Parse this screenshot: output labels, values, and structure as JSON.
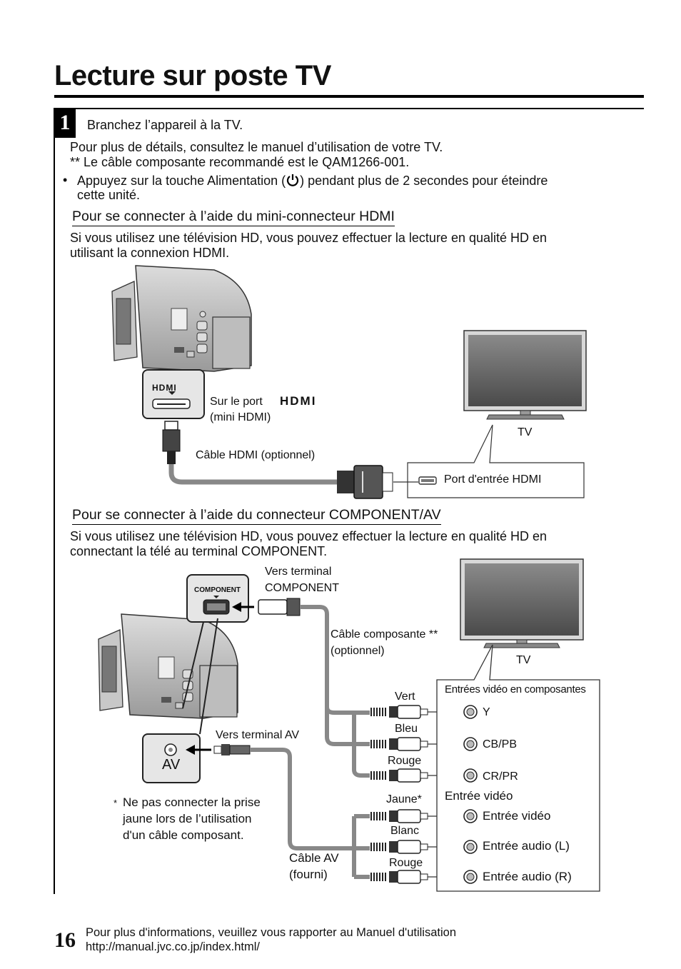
{
  "title": "Lecture sur poste TV",
  "step": {
    "number": "1",
    "instruction": "Branchez l’appareil à la TV.",
    "details": "Pour plus de détails, consultez le manuel d’utilisation de votre TV.",
    "cable_note": "** Le câble composante recommandé est le QAM1266-001.",
    "bullet_before": "Appuyez sur la touche Alimentation (",
    "bullet_after": ") pendant plus de 2 secondes pour éteindre",
    "bullet_line2": "cette unité."
  },
  "hdmi_section": {
    "heading": "Pour se connecter à l’aide du mini-connecteur HDMI",
    "desc_line1": "Si vous utilisez une télévision HD, vous pouvez effectuer la lecture en qualité HD en",
    "desc_line2": "utilisant la connexion HDMI.",
    "port_badge": "HDMI",
    "port_label": "Sur le port",
    "port_logo": "HDMI",
    "port_sub": "(mini HDMI)",
    "tv_label": "TV",
    "cable_label": "Câble HDMI (optionnel)",
    "input_label": "Port d'entrée HDMI"
  },
  "component_section": {
    "heading": "Pour se connecter à l’aide du connecteur COMPONENT/AV",
    "desc_line1": "Si vous utilisez une télévision HD, vous pouvez effectuer la lecture en qualité HD en",
    "desc_line2": "connectant la télé au terminal COMPONENT.",
    "component_badge": "COMPONENT",
    "to_component_1": "Vers terminal",
    "to_component_2": "COMPONENT",
    "cable_1": "Câble composante **",
    "cable_2": "(optionnel)",
    "tv_label": "TV",
    "inputs_title": "Entrées vidéo en composantes",
    "plug_vert": "Vert",
    "plug_bleu": "Bleu",
    "plug_rouge": "Rouge",
    "input_y": "Y",
    "input_cb": "CB/PB",
    "input_cr": "CR/PR",
    "video_title": "Entrée vidéo",
    "input_video": "Entrée vidéo",
    "input_audio_l": "Entrée audio (L)",
    "input_audio_r": "Entrée audio (R)",
    "av_badge": "AV",
    "to_av": "Vers terminal AV",
    "plug_jaune": "Jaune*",
    "plug_blanc": "Blanc",
    "plug_rouge2": "Rouge",
    "note_star": "*",
    "note_1": "Ne pas connecter la prise",
    "note_2": "jaune lors de l’utilisation",
    "note_3": "d'un câble composant.",
    "av_cable_1": "Câble AV",
    "av_cable_2": "(fourni)"
  },
  "footer": {
    "page": "16",
    "line1": "Pour plus d'informations, veuillez vous rapporter au Manuel d'utilisation",
    "line2": "http://manual.jvc.co.jp/index.html/"
  }
}
